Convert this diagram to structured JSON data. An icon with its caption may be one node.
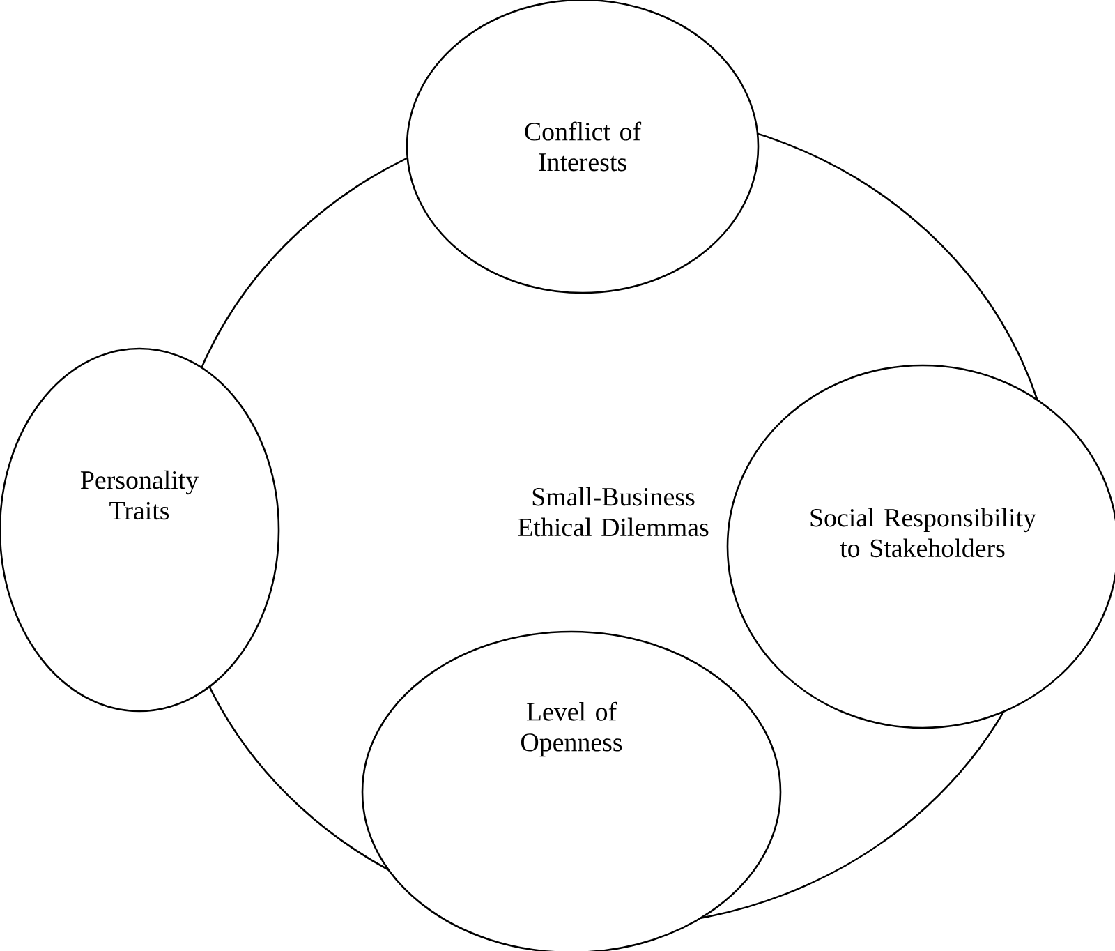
{
  "diagram": {
    "nodes": [
      {
        "text": [
          "Small-Business Ethical Dilemmas"
        ]
      },
      {
        "text": [
          "Conflict of Interests"
        ]
      },
      {
        "text": [
          "Personality Traits"
        ]
      },
      {
        "text": [
          "Social Responsibility to Stakeholders"
        ]
      },
      {
        "text": [
          "Level of Openness"
        ]
      }
    ]
  }
}
